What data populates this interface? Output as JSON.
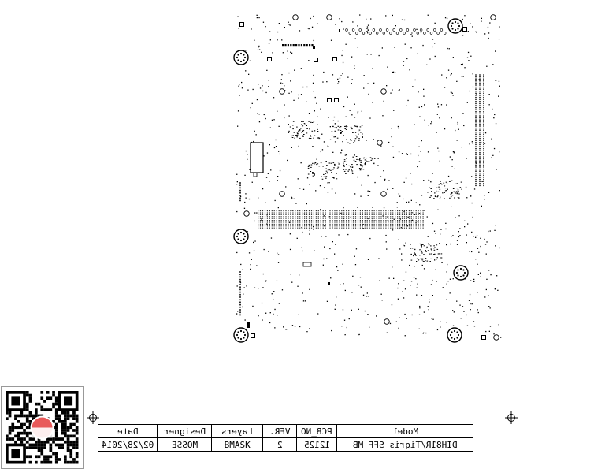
{
  "title_block": {
    "headers": {
      "model": "Model",
      "pcb_no": "PCB_NO",
      "ver": "VER.",
      "layers": "Layers",
      "designer": "Designer",
      "date": "Date"
    },
    "values": {
      "model": "DIH81R/Tigris SFF MB",
      "pcb_no": "12125",
      "ver": "2",
      "layers": "BMASK",
      "designer": "MOSSE",
      "date": "02/28/2014"
    }
  },
  "colors": {
    "ink": "#000000",
    "qr_badge_red": "#e85a5a",
    "qr_badge_white": "#ffffff"
  },
  "icons": [
    "crosshair-icon",
    "qr-code-icon"
  ]
}
